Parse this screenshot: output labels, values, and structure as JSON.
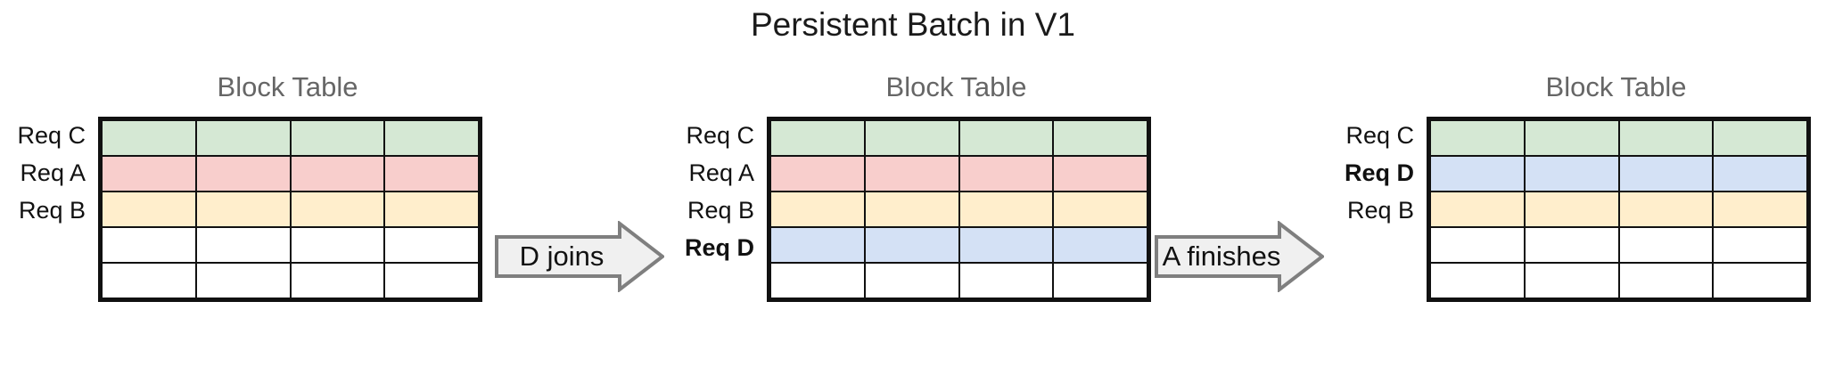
{
  "title": "Persistent Batch in V1",
  "colors": {
    "green": "#d5e8d4",
    "pink": "#f8cecc",
    "yellow": "#ffeecc",
    "blue": "#d4e1f5",
    "empty": "#ffffff",
    "grid_line": "#111111",
    "panel_title": "#666666",
    "arrow_fill": "#f0f0f0",
    "arrow_stroke": "#7f7f7f"
  },
  "panels": [
    {
      "id": "panel-1",
      "title": "Block Table",
      "columns": 4,
      "rows": [
        {
          "label": "Req C",
          "bold": false,
          "color": "green"
        },
        {
          "label": "Req A",
          "bold": false,
          "color": "pink"
        },
        {
          "label": "Req B",
          "bold": false,
          "color": "yellow"
        },
        {
          "label": "",
          "bold": false,
          "color": "empty"
        },
        {
          "label": "",
          "bold": false,
          "color": "empty"
        }
      ]
    },
    {
      "id": "panel-2",
      "title": "Block Table",
      "columns": 4,
      "rows": [
        {
          "label": "Req C",
          "bold": false,
          "color": "green"
        },
        {
          "label": "Req A",
          "bold": false,
          "color": "pink"
        },
        {
          "label": "Req B",
          "bold": false,
          "color": "yellow"
        },
        {
          "label": "Req D",
          "bold": true,
          "color": "blue"
        },
        {
          "label": "",
          "bold": false,
          "color": "empty"
        }
      ]
    },
    {
      "id": "panel-3",
      "title": "Block Table",
      "columns": 4,
      "rows": [
        {
          "label": "Req C",
          "bold": false,
          "color": "green"
        },
        {
          "label": "Req D",
          "bold": true,
          "color": "blue"
        },
        {
          "label": "Req B",
          "bold": false,
          "color": "yellow"
        },
        {
          "label": "",
          "bold": false,
          "color": "empty"
        },
        {
          "label": "",
          "bold": false,
          "color": "empty"
        }
      ]
    }
  ],
  "arrows": [
    {
      "id": "arrow-1",
      "label": "D joins"
    },
    {
      "id": "arrow-2",
      "label": "A finishes"
    }
  ]
}
